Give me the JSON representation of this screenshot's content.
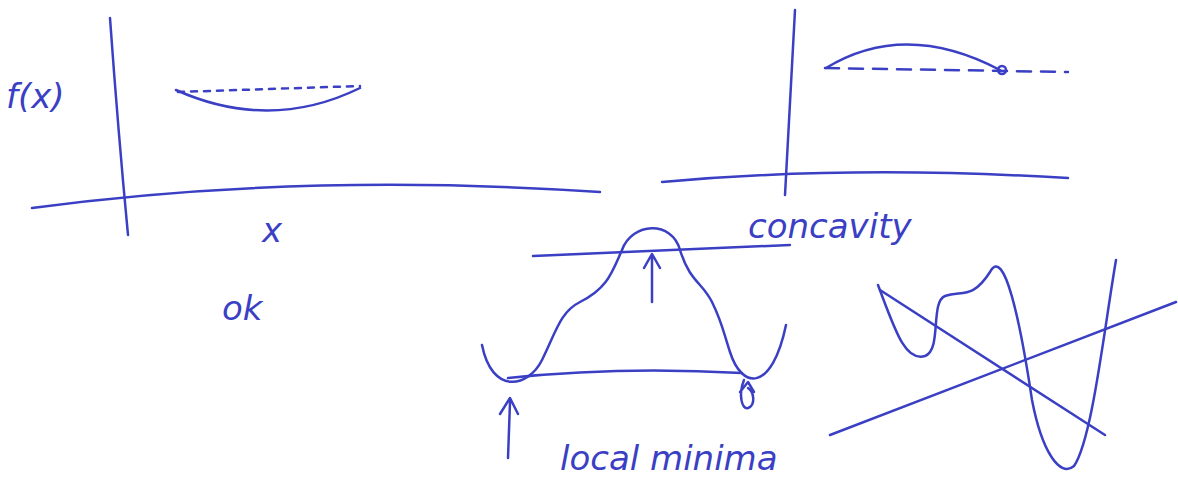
{
  "diagram": {
    "labels": [
      "f(x)",
      "concavity",
      "x",
      "ok",
      "local minima"
    ]
  }
}
